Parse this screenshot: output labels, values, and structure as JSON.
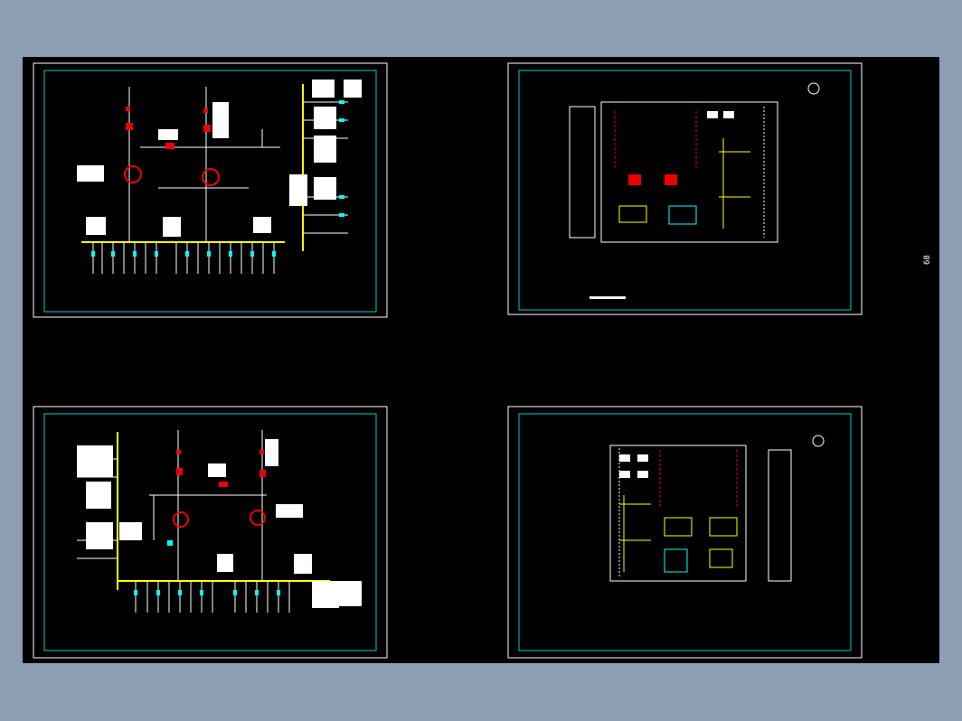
{
  "drawing": {
    "page_number": "68",
    "sheets": [
      {
        "id": "sheet-1",
        "kind": "single-line-diagram"
      },
      {
        "id": "sheet-2",
        "kind": "substation-layout-plan"
      },
      {
        "id": "sheet-3",
        "kind": "single-line-diagram"
      },
      {
        "id": "sheet-4",
        "kind": "substation-layout-plan"
      }
    ]
  },
  "colors": {
    "background": "#8d9db4",
    "canvas": "#000000",
    "frame_outer": "#ffffff",
    "frame_inner": "#00c8c8",
    "busbar": "#ffff00",
    "equipment": "#ff0000",
    "linework": "#ffffff",
    "secondary": "#00ffff"
  }
}
